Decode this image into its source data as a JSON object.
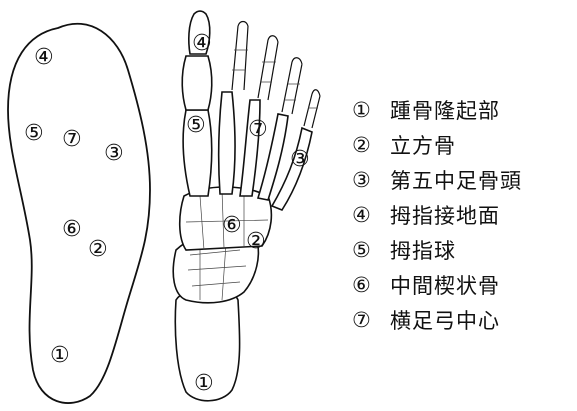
{
  "markers": {
    "sole": [
      {
        "id": "sole-4",
        "label": "④"
      },
      {
        "id": "sole-5",
        "label": "⑤"
      },
      {
        "id": "sole-7",
        "label": "⑦"
      },
      {
        "id": "sole-3",
        "label": "③"
      },
      {
        "id": "sole-6",
        "label": "⑥"
      },
      {
        "id": "sole-2",
        "label": "②"
      },
      {
        "id": "sole-1",
        "label": "①"
      }
    ],
    "skeleton": [
      {
        "id": "skel-4",
        "label": "④"
      },
      {
        "id": "skel-5",
        "label": "⑤"
      },
      {
        "id": "skel-7",
        "label": "⑦"
      },
      {
        "id": "skel-3",
        "label": "③"
      },
      {
        "id": "skel-6",
        "label": "⑥"
      },
      {
        "id": "skel-2",
        "label": "②"
      },
      {
        "id": "skel-1",
        "label": "①"
      }
    ]
  },
  "legend": [
    {
      "num": "①",
      "text": "踵骨隆起部"
    },
    {
      "num": "②",
      "text": "立方骨"
    },
    {
      "num": "③",
      "text": "第五中足骨頭"
    },
    {
      "num": "④",
      "text": "拇指接地面"
    },
    {
      "num": "⑤",
      "text": "拇指球"
    },
    {
      "num": "⑥",
      "text": "中間楔状骨"
    },
    {
      "num": "⑦",
      "text": "横足弓中心"
    }
  ]
}
